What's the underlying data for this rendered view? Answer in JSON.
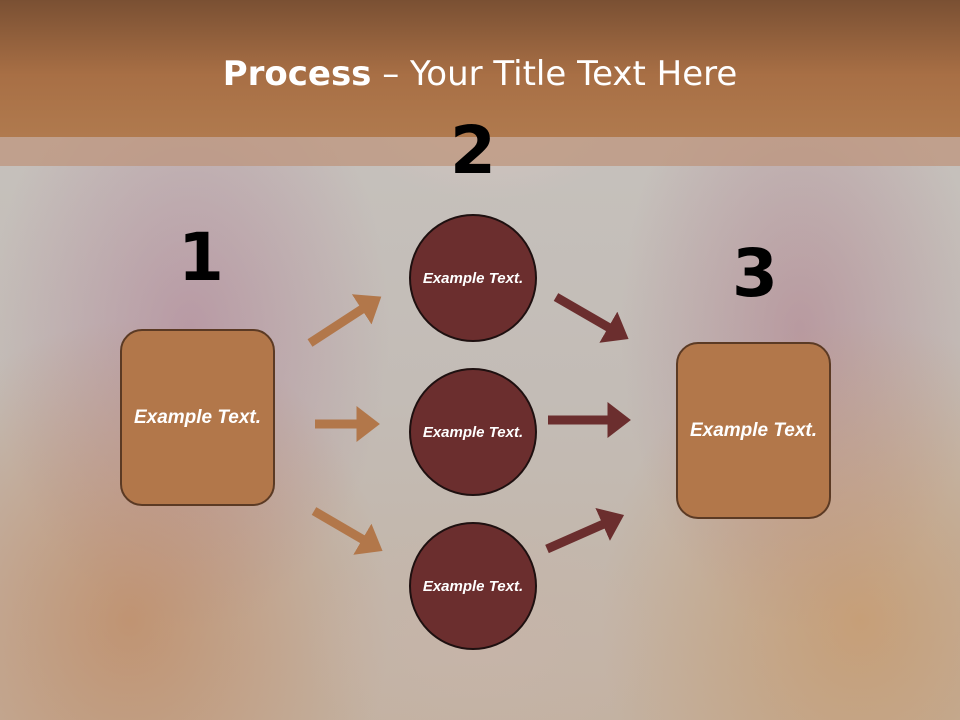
{
  "header": {
    "title_bold": "Process",
    "title_rest": " – Your Title Text Here"
  },
  "steps": {
    "one": {
      "number": "1",
      "text": "Example Text."
    },
    "two": {
      "number": "2"
    },
    "three": {
      "number": "3",
      "text": "Example Text."
    }
  },
  "circles": [
    {
      "text": "Example Text."
    },
    {
      "text": "Example Text."
    },
    {
      "text": "Example Text."
    }
  ],
  "colors": {
    "header": "#a86f45",
    "box_fill": "#b2774a",
    "circle_fill": "#6b2e2e",
    "arrow_left": "#b2774a",
    "arrow_right": "#6b2e2e"
  }
}
